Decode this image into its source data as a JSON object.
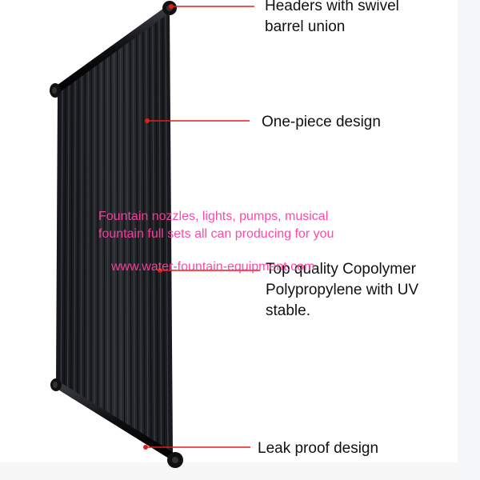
{
  "labels": {
    "headers": [
      "Headers with swivel",
      "barrel union"
    ],
    "one_piece": "One-piece design",
    "material": [
      "Top quality Copolymer",
      "Polypropylene with UV",
      "stable."
    ],
    "leak_proof": "Leak proof design"
  },
  "watermark": {
    "line1": "Fountain nozzles, lights, pumps, musical",
    "line2": "fountain full sets all can producing for you",
    "url": "www.water-fountain-equipment.com"
  },
  "colors": {
    "leader": "#e21b1b",
    "panel": "#1a1c20",
    "header": "#0e0f11",
    "watermark": "#ff3fa0",
    "text": "#111111"
  },
  "icons": {
    "leader_dot": "red-dot",
    "header_cap": "header-end-cap"
  }
}
